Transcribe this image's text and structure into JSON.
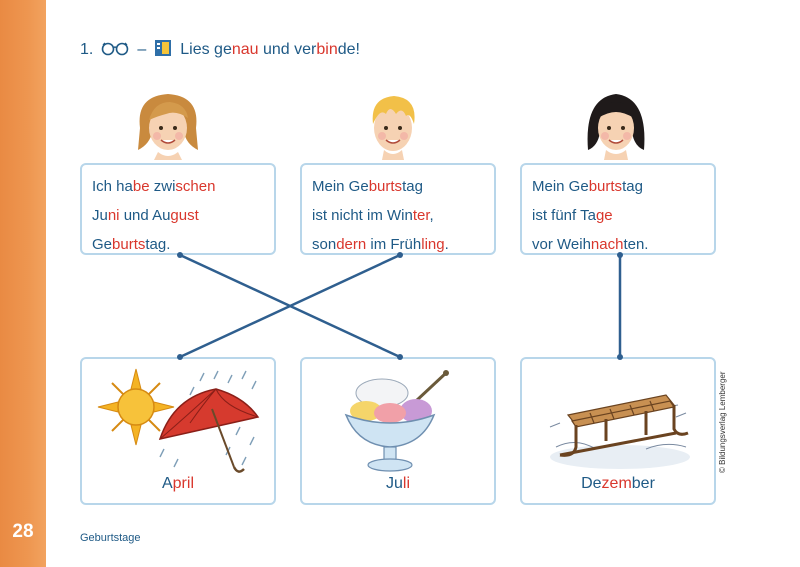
{
  "instruction": {
    "number": "1.",
    "eyes_icon": "eyes-icon",
    "dash": "–",
    "card_icon": "reading-card-icon",
    "text_segments": [
      {
        "text": "Lies ge",
        "color": "blue"
      },
      {
        "text": "nau",
        "color": "red"
      },
      {
        "text": " und ver",
        "color": "blue"
      },
      {
        "text": "bin",
        "color": "red"
      },
      {
        "text": "de!",
        "color": "blue"
      }
    ]
  },
  "sentences": [
    {
      "face": "girl-blonde-face",
      "lines": [
        [
          {
            "text": "Ich ha",
            "color": "blue"
          },
          {
            "text": "be",
            "color": "red"
          },
          {
            "text": " zwi",
            "color": "blue"
          },
          {
            "text": "schen",
            "color": "red"
          }
        ],
        [
          {
            "text": "Ju",
            "color": "blue"
          },
          {
            "text": "ni",
            "color": "red"
          },
          {
            "text": " und Au",
            "color": "blue"
          },
          {
            "text": "gust",
            "color": "red"
          }
        ],
        [
          {
            "text": "Ge",
            "color": "blue"
          },
          {
            "text": "burts",
            "color": "red"
          },
          {
            "text": "tag.",
            "color": "blue"
          }
        ]
      ]
    },
    {
      "face": "boy-blonde-face",
      "lines": [
        [
          {
            "text": "Mein Ge",
            "color": "blue"
          },
          {
            "text": "burts",
            "color": "red"
          },
          {
            "text": "tag",
            "color": "blue"
          }
        ],
        [
          {
            "text": "ist nicht im Win",
            "color": "blue"
          },
          {
            "text": "ter",
            "color": "red"
          },
          {
            "text": ",",
            "color": "blue"
          }
        ],
        [
          {
            "text": "son",
            "color": "blue"
          },
          {
            "text": "dern",
            "color": "red"
          },
          {
            "text": " im Früh",
            "color": "blue"
          },
          {
            "text": "ling",
            "color": "red"
          },
          {
            "text": ".",
            "color": "blue"
          }
        ]
      ]
    },
    {
      "face": "girl-dark-hair-face",
      "lines": [
        [
          {
            "text": "Mein Ge",
            "color": "blue"
          },
          {
            "text": "burts",
            "color": "red"
          },
          {
            "text": "tag",
            "color": "blue"
          }
        ],
        [
          {
            "text": "ist fünf Ta",
            "color": "blue"
          },
          {
            "text": "ge",
            "color": "red"
          }
        ],
        [
          {
            "text": "vor Weih",
            "color": "blue"
          },
          {
            "text": "nach",
            "color": "red"
          },
          {
            "text": "ten.",
            "color": "blue"
          }
        ]
      ]
    }
  ],
  "pictures": [
    {
      "image": "sun-umbrella-rain-icon",
      "label_segments": [
        {
          "text": "A",
          "color": "blue"
        },
        {
          "text": "pril",
          "color": "red"
        }
      ]
    },
    {
      "image": "ice-cream-cup-icon",
      "label_segments": [
        {
          "text": "Ju",
          "color": "blue"
        },
        {
          "text": "li",
          "color": "red"
        }
      ]
    },
    {
      "image": "sled-snow-icon",
      "label_segments": [
        {
          "text": "De",
          "color": "blue"
        },
        {
          "text": "zem",
          "color": "red"
        },
        {
          "text": "ber",
          "color": "blue"
        }
      ]
    }
  ],
  "connections": [
    {
      "from_sentence": 0,
      "to_picture": 1
    },
    {
      "from_sentence": 1,
      "to_picture": 0
    },
    {
      "from_sentence": 2,
      "to_picture": 2
    }
  ],
  "footer": {
    "page_number": "28",
    "section": "Geburtstage",
    "copyright": "© Bildungsverlag Lemberger"
  },
  "colors": {
    "text_blue": "#1f5a86",
    "highlight_red": "#d9372d",
    "box_border": "#b8d6ea",
    "line_blue": "#2f5f8f",
    "side_strip": "#ee9650"
  }
}
